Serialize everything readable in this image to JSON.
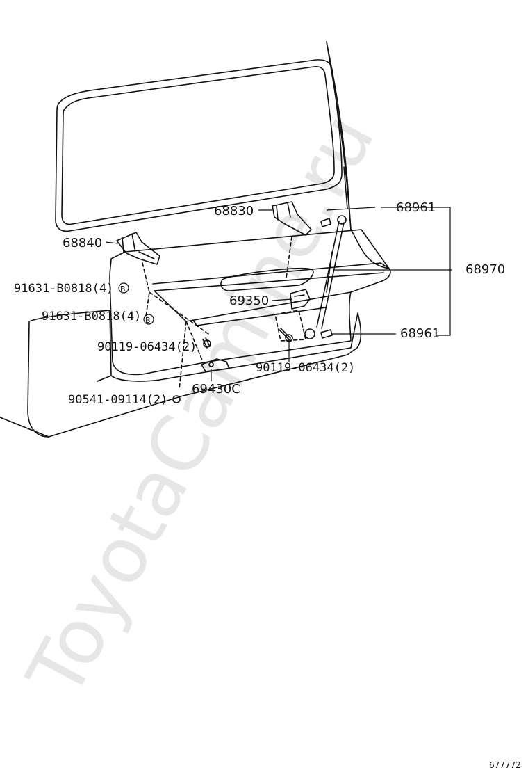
{
  "watermark": "ToyotaCamine.ru",
  "figure_id": "677772",
  "parts": {
    "p68830": "68830",
    "p68840": "68840",
    "p68961_top": "68961",
    "p68970": "68970",
    "p69350": "69350",
    "p68961_bottom": "68961",
    "p91631_a": "91631-B0818(4)",
    "p91631_b": "91631-B0818(4)",
    "p90119_left": "90119-06434(2)",
    "p90119_right": "90119-06434(2)",
    "p69430C": "69430C",
    "p90541": "90541-09114(2)"
  },
  "markers": {
    "ref_b": "B"
  }
}
